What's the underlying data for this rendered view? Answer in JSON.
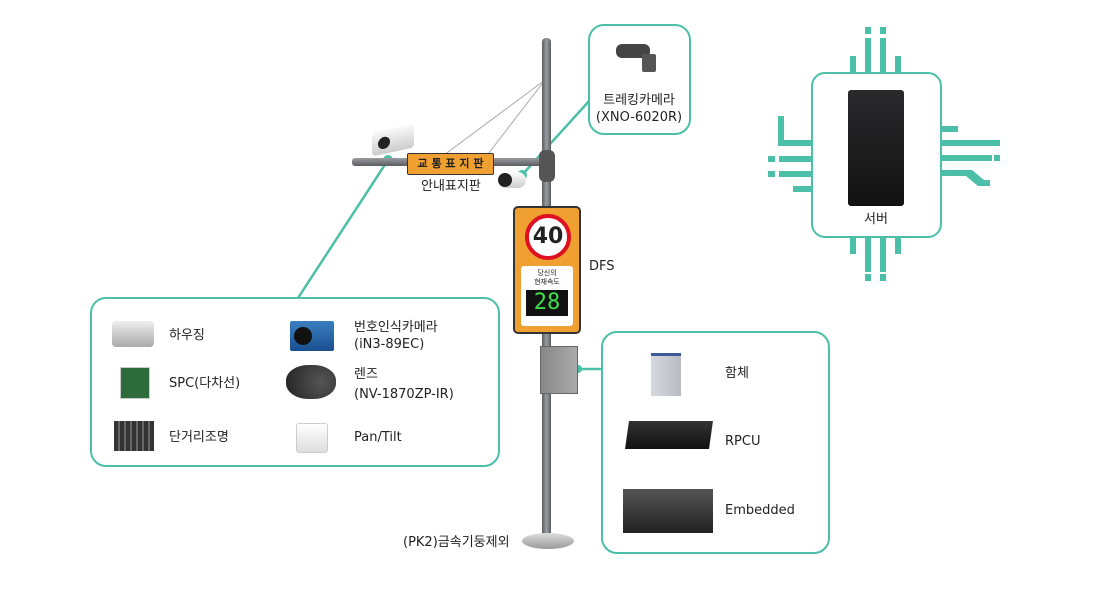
{
  "colors": {
    "accent": "#4bbfa7",
    "sign_orange": "#f0a030",
    "pole": "#7a7c80"
  },
  "pole": {
    "traffic_sign_text": "교 통 표 지 판",
    "guide_sign_label": "안내표지판",
    "base_label": "(PK2)금속기둥제외",
    "dfs_label": "DFS",
    "speed_limit": "40",
    "speed_caption_1": "당신의",
    "speed_caption_2": "현재속도",
    "current_speed": "28"
  },
  "tracking_camera": {
    "name": "트레킹카메라",
    "model": "(XNO-6020R)"
  },
  "server": {
    "label": "서버"
  },
  "camera_components": [
    {
      "icon": "housing-icon",
      "label": "하우징"
    },
    {
      "icon": "spc-board-icon",
      "label": "SPC(다차선)"
    },
    {
      "icon": "illuminator-icon",
      "label": "단거리조명"
    },
    {
      "icon": "lpr-camera-icon",
      "label": "번호인식카메라",
      "model": "(iN3-89EC)"
    },
    {
      "icon": "lens-icon",
      "label": "렌즈",
      "model": "(NV-1870ZP-IR)"
    },
    {
      "icon": "pan-tilt-icon",
      "label": "Pan/Tilt"
    }
  ],
  "cabinet_components": [
    {
      "icon": "enclosure-icon",
      "label": "함체"
    },
    {
      "icon": "rpcu-icon",
      "label": "RPCU"
    },
    {
      "icon": "embedded-icon",
      "label": "Embedded"
    }
  ]
}
